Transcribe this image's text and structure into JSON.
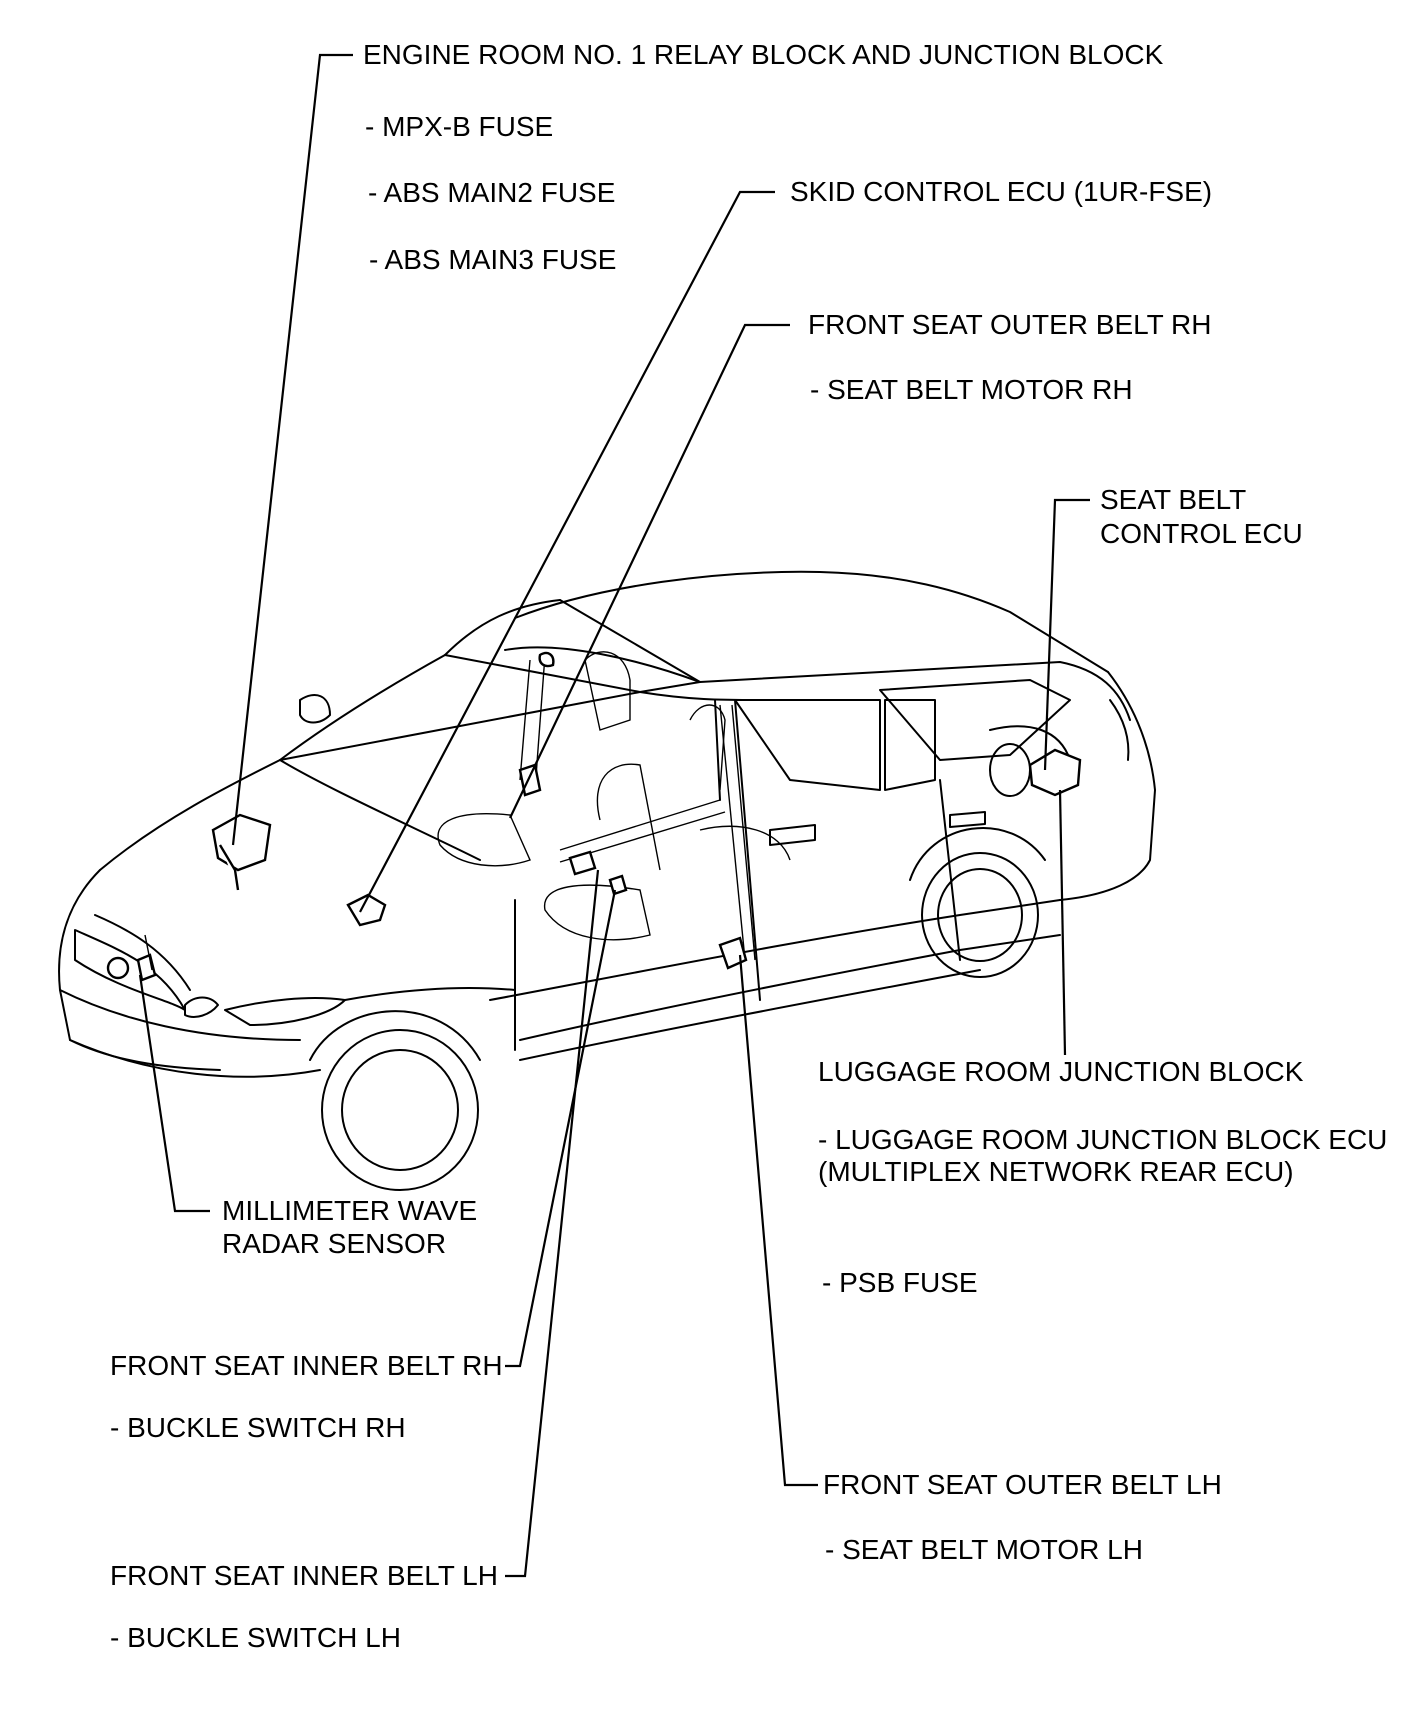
{
  "labels": {
    "engine_room_block": "ENGINE ROOM NO. 1 RELAY BLOCK AND JUNCTION BLOCK",
    "mpx_b_fuse": "- MPX-B FUSE",
    "abs_main2_fuse": "- ABS MAIN2 FUSE",
    "abs_main3_fuse": "- ABS MAIN3 FUSE",
    "skid_control_ecu": "SKID CONTROL ECU (1UR-FSE)",
    "front_seat_outer_belt_rh": "FRONT SEAT OUTER BELT RH",
    "seat_belt_motor_rh": "- SEAT BELT MOTOR RH",
    "seat_belt_control_ecu_line1": "SEAT BELT",
    "seat_belt_control_ecu_line2": "CONTROL ECU",
    "luggage_room_junction_block": "LUGGAGE ROOM JUNCTION BLOCK",
    "luggage_room_jb_ecu_line1": "- LUGGAGE ROOM JUNCTION BLOCK ECU",
    "luggage_room_jb_ecu_line2": "(MULTIPLEX NETWORK REAR ECU)",
    "psb_fuse": "- PSB FUSE",
    "millimeter_wave_line1": "MILLIMETER WAVE",
    "millimeter_wave_line2": "RADAR SENSOR",
    "front_seat_inner_belt_rh": "FRONT SEAT INNER BELT RH",
    "buckle_switch_rh": "- BUCKLE SWITCH RH",
    "front_seat_outer_belt_lh": "FRONT SEAT OUTER BELT LH",
    "seat_belt_motor_lh": "- SEAT BELT MOTOR LH",
    "front_seat_inner_belt_lh": "FRONT SEAT INNER BELT LH",
    "buckle_switch_lh": "- BUCKLE SWITCH LH"
  }
}
